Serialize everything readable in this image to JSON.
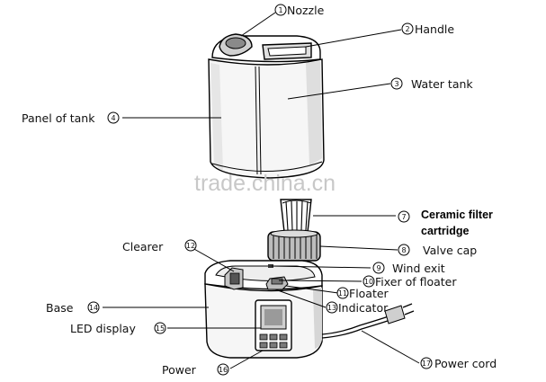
{
  "labels": {
    "nozzle": "Nozzle",
    "handle": "Handle",
    "water_tank": "Water tank",
    "panel_of_tank": "Panel of tank",
    "ceramic_filter_1": "Ceramic filter",
    "ceramic_filter_2": "cartridge",
    "valve_cap": "Valve cap",
    "clearer": "Clearer",
    "wind_exit": "Wind exit",
    "fixer_of_floater": "Fixer of floater",
    "floater": "Floater",
    "base": "Base",
    "indicator": "Indicator",
    "led_display": "LED display",
    "power": "Power",
    "power_cord": "Power cord"
  },
  "numbers": {
    "nozzle": "1",
    "handle": "2",
    "water_tank": "3",
    "panel_of_tank": "4",
    "ceramic_filter": "7",
    "valve_cap": "8",
    "wind_exit": "9",
    "fixer_of_floater": "10",
    "floater": "11",
    "clearer": "12",
    "indicator": "13",
    "base": "14",
    "led_display": "15",
    "power": "16",
    "power_cord": "17"
  },
  "watermark": "trade.china.cn",
  "colors": {
    "line": "#000000",
    "watermark": "#c8c8c8",
    "tank_fill": "#f4f4f4",
    "shade": "#d9d9d9"
  }
}
